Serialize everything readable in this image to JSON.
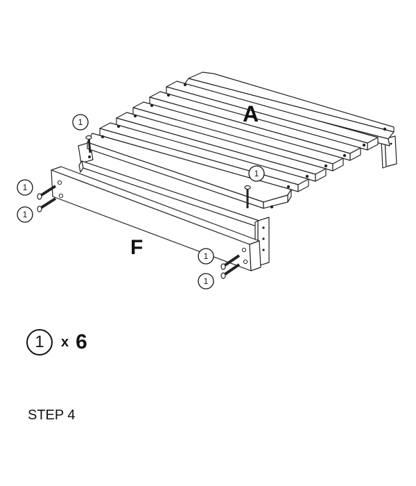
{
  "parts": {
    "a": "A",
    "f": "F"
  },
  "callout_number": "1",
  "legend": {
    "number": "1",
    "times": "x",
    "count": "6"
  },
  "step": "STEP 4"
}
